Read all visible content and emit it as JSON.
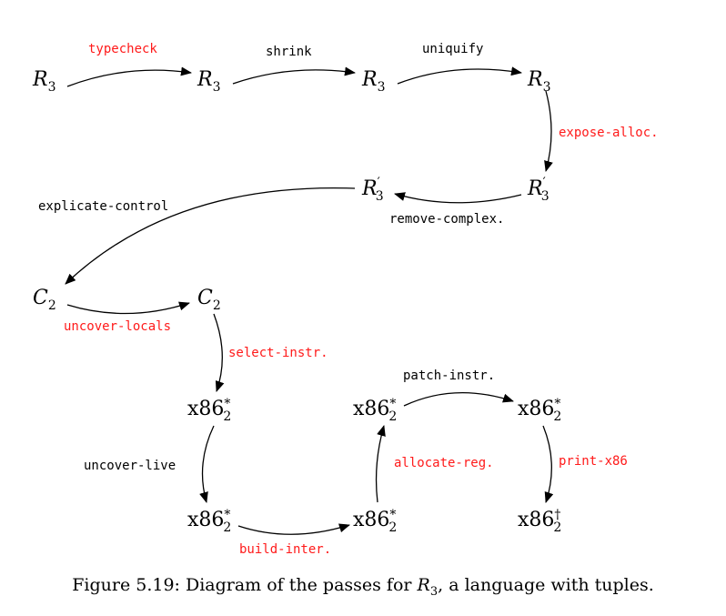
{
  "nodes": {
    "r3_a": {
      "base": "R",
      "sub": "3",
      "prime": ""
    },
    "r3_b": {
      "base": "R",
      "sub": "3",
      "prime": ""
    },
    "r3_c": {
      "base": "R",
      "sub": "3",
      "prime": ""
    },
    "r3_d": {
      "base": "R",
      "sub": "3",
      "prime": ""
    },
    "r3p_e": {
      "base": "R",
      "sub": "3",
      "prime": "′"
    },
    "r3p_f": {
      "base": "R",
      "sub": "3",
      "prime": "′"
    },
    "c2_a": {
      "base": "C",
      "sub": "2"
    },
    "c2_b": {
      "base": "C",
      "sub": "2"
    },
    "x86_a": {
      "base": "x86",
      "sub": "2",
      "sup": "*"
    },
    "x86_b": {
      "base": "x86",
      "sub": "2",
      "sup": "*"
    },
    "x86_c": {
      "base": "x86",
      "sub": "2",
      "sup": "*"
    },
    "x86_d": {
      "base": "x86",
      "sub": "2",
      "sup": "*"
    },
    "x86_e": {
      "base": "x86",
      "sub": "2",
      "sup": "*"
    },
    "x86_f": {
      "base": "x86",
      "sub": "2",
      "sup": "†"
    }
  },
  "passes": {
    "typecheck": "typecheck",
    "shrink": "shrink",
    "uniquify": "uniquify",
    "expose_alloc": "expose-alloc.",
    "remove_complex": "remove-complex.",
    "explicate_control": "explicate-control",
    "uncover_locals": "uncover-locals",
    "select_instr": "select-instr.",
    "uncover_live": "uncover-live",
    "build_inter": "build-inter.",
    "allocate_reg": "allocate-reg.",
    "patch_instr": "patch-instr.",
    "print_x86": "print-x86"
  },
  "colors": {
    "highlight": "#ff1a1a",
    "normal": "#000000"
  },
  "caption": {
    "prefix": "Figure 5.19: Diagram of the passes for ",
    "lang_base": "R",
    "lang_sub": "3",
    "suffix": ", a language with tuples."
  }
}
